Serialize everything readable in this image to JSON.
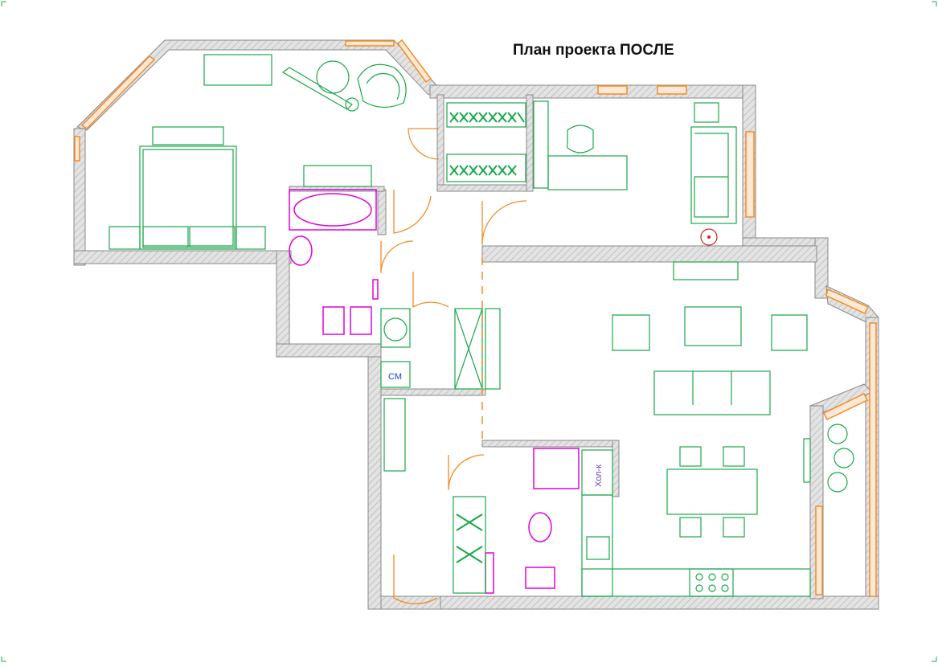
{
  "title": "План проекта ПОСЛЕ",
  "labels": {
    "washer": "СМ",
    "fridge": "Хол-к"
  },
  "colors": {
    "wall_fill": "#d9d9d9",
    "wall_stroke": "#8a8a8a",
    "furniture": "#19a84a",
    "door": "#f28c28",
    "window": "#f28c28",
    "sanitary": "#e000e0",
    "label_blue": "#1a3fd8",
    "label_purple": "#6a3fc8",
    "red_marker": "#d62020"
  }
}
